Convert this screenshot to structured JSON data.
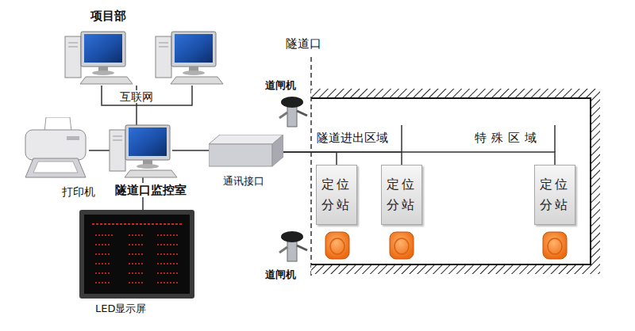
{
  "diagram": {
    "nodes": [
      {
        "text": [
          "项目部"
        ]
      },
      {
        "text": [
          "打印机"
        ]
      },
      {
        "text": [
          "隧道口监控室"
        ]
      },
      {
        "text": [
          "通讯接口"
        ]
      },
      {
        "text": [
          "LED显示屏"
        ]
      },
      {
        "text": [
          "定位 分站"
        ]
      },
      {
        "text": [
          "定位 分站"
        ]
      },
      {
        "text": [
          "定位 分站"
        ]
      }
    ],
    "edges": [
      {
        "from": 2,
        "to": 0,
        "arrow": "none",
        "label": "互联网"
      },
      {
        "from": 1,
        "to": 2,
        "arrow": "none"
      },
      {
        "from": 2,
        "to": 3,
        "arrow": "none"
      },
      {
        "from": 2,
        "to": 4,
        "arrow": "none"
      },
      {
        "from": 3,
        "to": 5,
        "arrow": "none"
      },
      {
        "from": 3,
        "to": 6,
        "arrow": "none"
      },
      {
        "from": 3,
        "to": 7,
        "arrow": "none"
      }
    ],
    "labels": [
      "隧道口",
      "道闸机",
      "隧道进出区域",
      "特殊区域",
      "道闸机"
    ]
  }
}
